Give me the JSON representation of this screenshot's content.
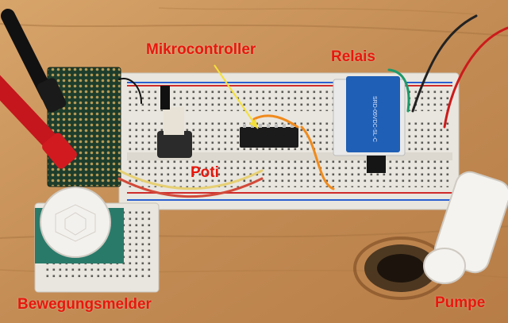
{
  "labels": {
    "microcontroller": "Mikrocontroller",
    "relay": "Relais",
    "potentiometer": "Poti",
    "motion_sensor": "Bewegungsmelder",
    "pump": "Pumpe"
  },
  "relay_module_text": "SRD-05VDC-SL-C",
  "colors": {
    "label": "#e8170d",
    "wood": "#c9955c",
    "breadboard": "#e9e6df",
    "relay": "#1f5fb5",
    "arrow": "#f4e03a"
  }
}
